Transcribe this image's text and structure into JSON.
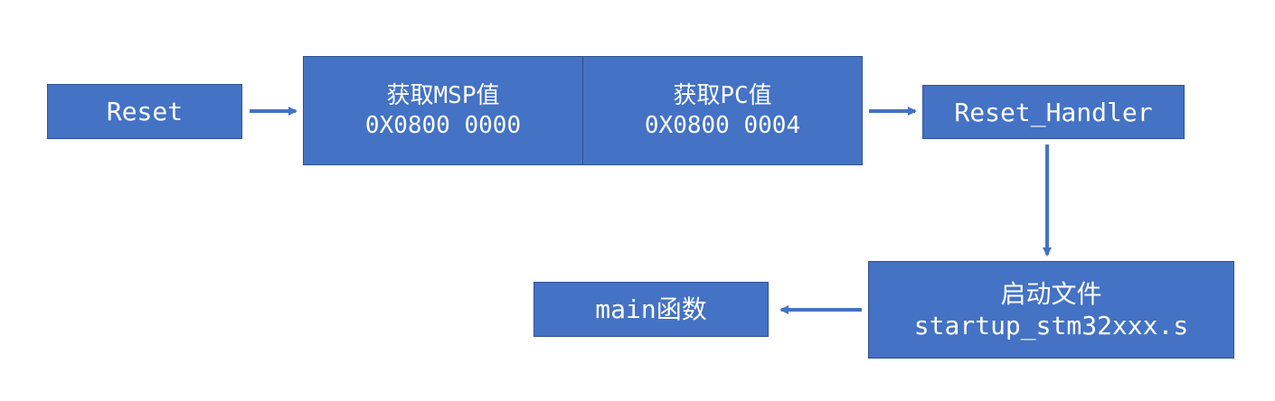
{
  "colors": {
    "box_fill": "#4472C4",
    "box_border": "#2F528F",
    "arrow": "#4472C4",
    "text": "#FFFFFF"
  },
  "nodes": {
    "reset": {
      "label": "Reset"
    },
    "msp": {
      "line1": "获取MSP值",
      "line2": "0X0800 0000"
    },
    "pc": {
      "line1": "获取PC值",
      "line2": "0X0800 0004"
    },
    "handler": {
      "label": "Reset_Handler"
    },
    "startup": {
      "line1": "启动文件",
      "line2": "startup_stm32xxx.s"
    },
    "main": {
      "label": "main函数"
    }
  }
}
